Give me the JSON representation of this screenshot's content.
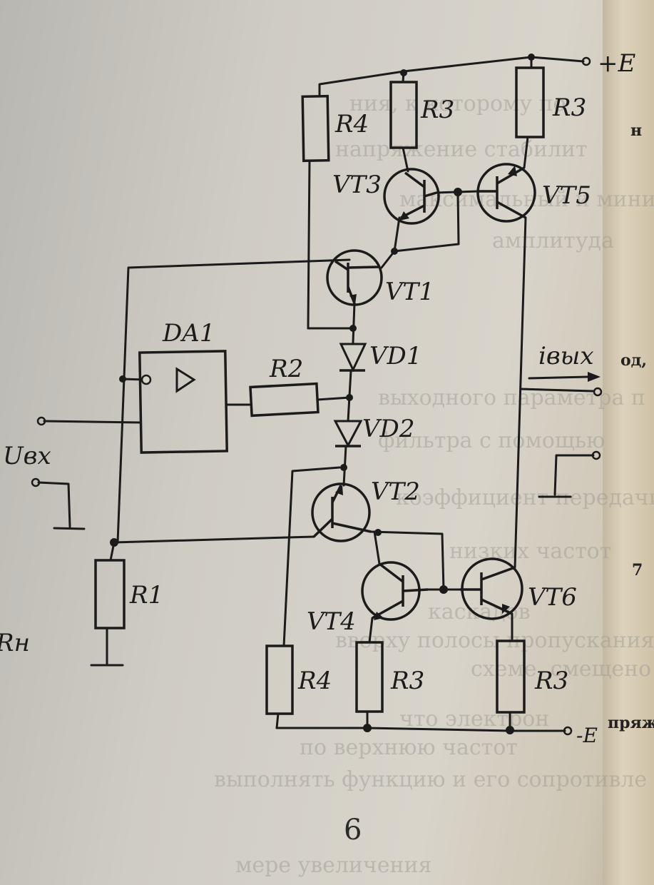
{
  "page_number": "6",
  "labels": {
    "plus_e": "+E",
    "minus_e": "-E",
    "r4_top": "R4",
    "r3_top_left": "R3",
    "r3_top_right": "R3",
    "vt3": "VT3",
    "vt5": "VT5",
    "vt1": "VT1",
    "da1": "DA1",
    "vd1": "VD1",
    "r2": "R2",
    "vd2": "VD2",
    "i_out": "iвых",
    "u_in": "Uвх",
    "vt2": "VT2",
    "r1": "R1",
    "vt4": "VT4",
    "vt6": "VT6",
    "r4_bottom": "R4",
    "r3_bottom_left": "R3",
    "r3_bottom_right": "R3",
    "r_load": "Rн"
  },
  "faded_text": [
    "ния, к которому по",
    "напряжение стабилит",
    "максимальный и миним",
    "амплитуда",
    "выходного параметра п",
    "фильтра с помощью",
    "коэффициент передачи",
    "низких частот",
    "каскадов",
    "вверху полосы пропускания",
    "схеме, смещено в",
    "что электрон",
    "по верхнюю частот",
    "выполнять функцию и его сопротивле",
    "мере увеличения"
  ],
  "edge_text": [
    "н",
    "од,",
    "7",
    "пряж"
  ]
}
